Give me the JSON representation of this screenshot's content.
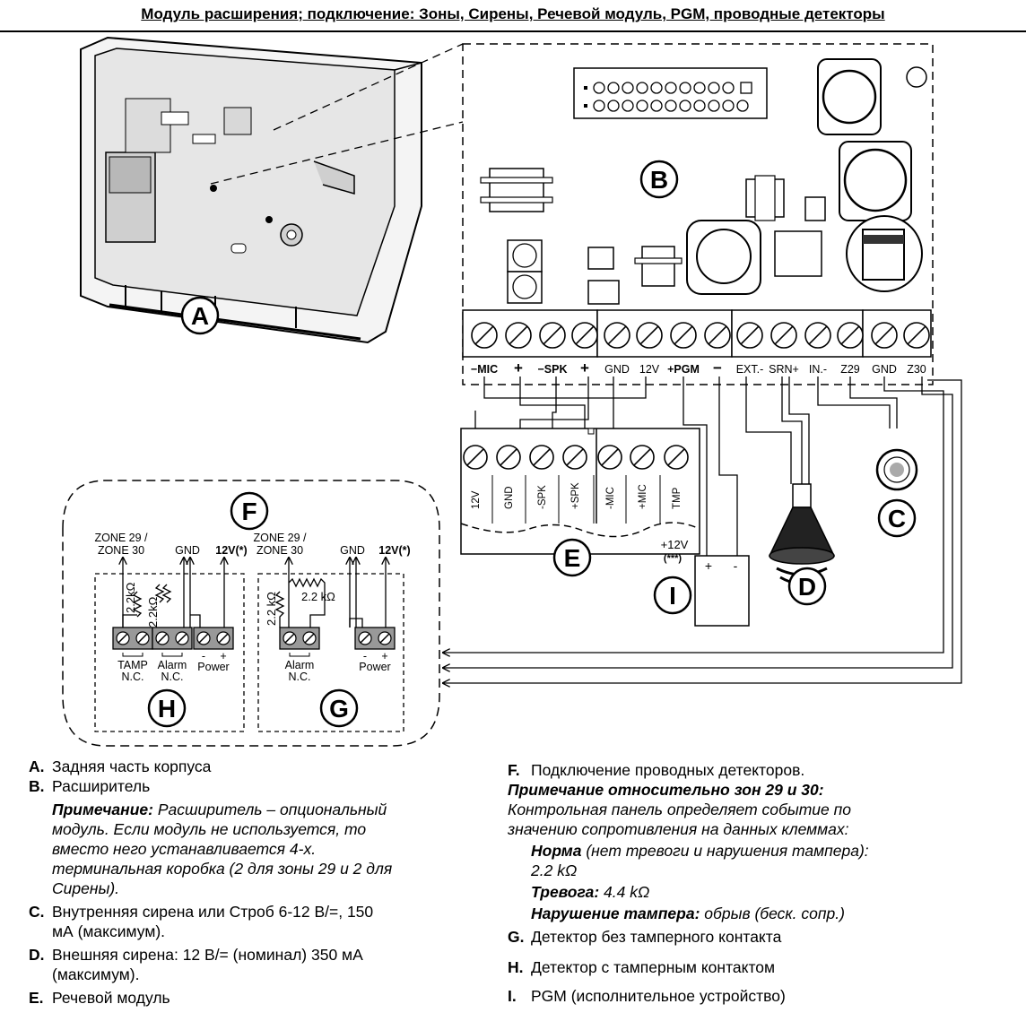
{
  "title": "Модуль расширения; подключение: Зоны, Сирены, Речевой модуль, PGM, проводные детекторы",
  "callouts": {
    "A": "A",
    "B": "B",
    "C": "C",
    "D": "D",
    "E": "E",
    "F": "F",
    "G": "G",
    "H": "H",
    "I": "I"
  },
  "board_terminals": [
    "−MIC",
    "+",
    "−SPK",
    "+",
    "GND",
    "12V",
    "+PGM",
    "−",
    "EXT.-",
    "SRN+",
    "IN.-",
    "Z29",
    "GND",
    "Z30"
  ],
  "voice_module_terminals": [
    "12V",
    "GND",
    "-SPK",
    "+SPK",
    "-MIC",
    "+MIC",
    "TMP"
  ],
  "pgm": {
    "voltage": "+12V",
    "note": "(***)",
    "plus": "+",
    "minus": "-"
  },
  "detector_h": {
    "zone_label_1": "ZONE 29 /",
    "zone_label_2": "ZONE 30",
    "gnd": "GND",
    "v12": "12V(*)",
    "r1": "2.2kΩ",
    "r2": "2.2kΩ",
    "tamp_1": "TAMP",
    "tamp_2": "N.C.",
    "alarm_1": "Alarm",
    "alarm_2": "N.C.",
    "power_minus": "-",
    "power_plus": "+",
    "power": "Power"
  },
  "detector_g": {
    "zone_label_1": "ZONE 29 /",
    "zone_label_2": "ZONE 30",
    "gnd": "GND",
    "v12": "12V(*)",
    "r1": "2.2 kΩ",
    "r2": "2.2 kΩ",
    "alarm_1": "Alarm",
    "alarm_2": "N.C.",
    "power_minus": "-",
    "power_plus": "+",
    "power": "Power"
  },
  "legend": {
    "A": {
      "letter": "A.",
      "text": "Задняя часть корпуса"
    },
    "B": {
      "letter": "B.",
      "text": "Расширитель",
      "note_label": "Примечание:",
      "note_l1": " Расширитель – опциональный",
      "note_l2": "модуль. Если модуль не используется, то",
      "note_l3": "вместо него устанавливается 4-х.",
      "note_l4": "терминальная коробка (2 для зоны 29 и 2 для",
      "note_l5": "Сирены)."
    },
    "C": {
      "letter": "C.",
      "l1": "Внутренняя сирена или Строб 6-12 В/=, 150",
      "l2": "мА (максимум)."
    },
    "D": {
      "letter": "D.",
      "l1": "Внешняя сирена: 12 В/= (номинал) 350 мА",
      "l2": "(максимум)."
    },
    "E": {
      "letter": "E.",
      "text": "Речевой модуль"
    },
    "F": {
      "letter": "F.",
      "text": "Подключение проводных детекторов.",
      "note_title": "Примечание относительно зон 29 и 30:",
      "l1": "Контрольная панель определяет событие по",
      "l2": "значению сопротивления на данных клеммах:",
      "norm_label": "Норма",
      "norm_text": " (нет тревоги и нарушения тампера):",
      "norm_value": "2.2 kΩ",
      "alarm_label": "Тревога:",
      "alarm_value": " 4.4 kΩ",
      "tamper_label": "Нарушение тампера:",
      "tamper_value": " обрыв (беск. сопр.)"
    },
    "G": {
      "letter": "G.",
      "text": "Детектор без тамперного контакта"
    },
    "H": {
      "letter": "H.",
      "text": "Детектор с тамперным контактом"
    },
    "I": {
      "letter": "I.",
      "text": "PGM (исполнительное устройство)"
    }
  }
}
